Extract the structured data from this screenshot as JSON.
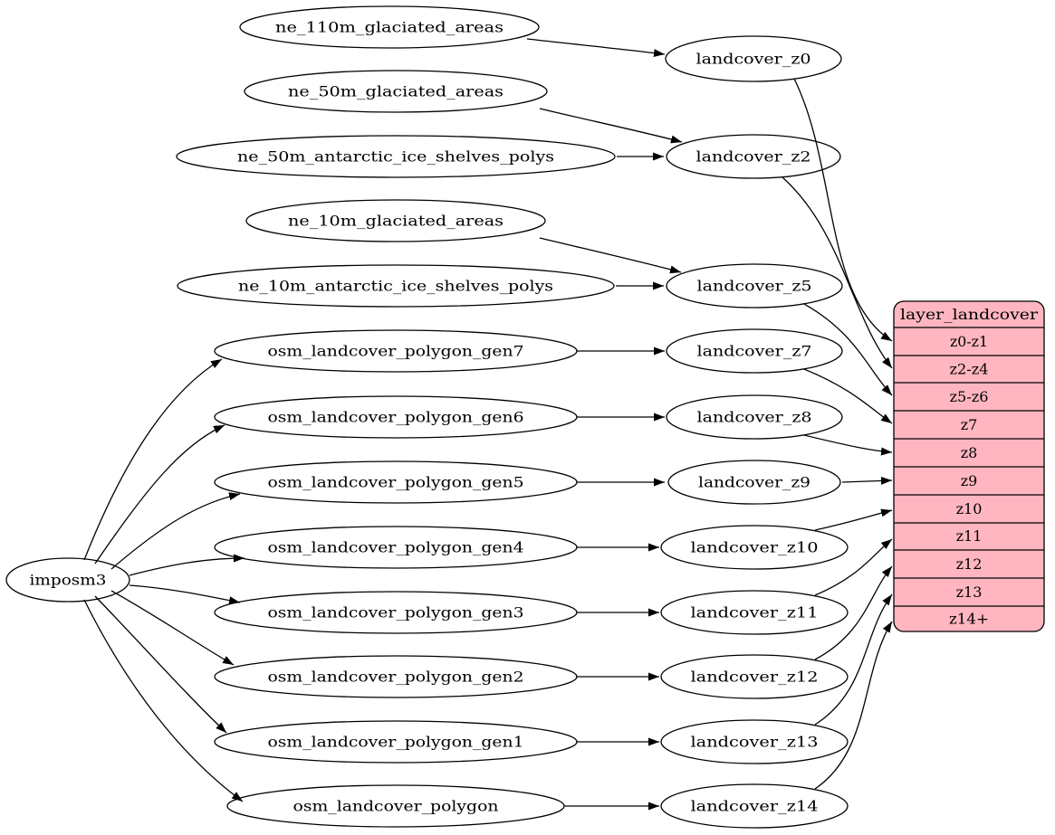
{
  "colors": {
    "background": "#ffffff",
    "node_fill": "#ffffff",
    "stroke": "#000000",
    "table_fill": "#ffb6c1"
  },
  "nodes": {
    "imposm3": "imposm3",
    "ne110": "ne_110m_glaciated_areas",
    "ne50g": "ne_50m_glaciated_areas",
    "ne50a": "ne_50m_antarctic_ice_shelves_polys",
    "ne10g": "ne_10m_glaciated_areas",
    "ne10a": "ne_10m_antarctic_ice_shelves_polys",
    "gen7": "osm_landcover_polygon_gen7",
    "gen6": "osm_landcover_polygon_gen6",
    "gen5": "osm_landcover_polygon_gen5",
    "gen4": "osm_landcover_polygon_gen4",
    "gen3": "osm_landcover_polygon_gen3",
    "gen2": "osm_landcover_polygon_gen2",
    "gen1": "osm_landcover_polygon_gen1",
    "poly": "osm_landcover_polygon",
    "z0": "landcover_z0",
    "z2": "landcover_z2",
    "z5": "landcover_z5",
    "z7": "landcover_z7",
    "z8": "landcover_z8",
    "z9": "landcover_z9",
    "z10": "landcover_z10",
    "z11": "landcover_z11",
    "z12": "landcover_z12",
    "z13": "landcover_z13",
    "z14": "landcover_z14"
  },
  "table": {
    "title": "layer_landcover",
    "rows": [
      "z0-z1",
      "z2-z4",
      "z5-z6",
      "z7",
      "z8",
      "z9",
      "z10",
      "z11",
      "z12",
      "z13",
      "z14+"
    ]
  },
  "edges": [
    {
      "from": "ne_110m_glaciated_areas",
      "to": "landcover_z0"
    },
    {
      "from": "ne_50m_glaciated_areas",
      "to": "landcover_z2"
    },
    {
      "from": "ne_50m_antarctic_ice_shelves_polys",
      "to": "landcover_z2"
    },
    {
      "from": "ne_10m_glaciated_areas",
      "to": "landcover_z5"
    },
    {
      "from": "ne_10m_antarctic_ice_shelves_polys",
      "to": "landcover_z5"
    },
    {
      "from": "imposm3",
      "to": "osm_landcover_polygon_gen7"
    },
    {
      "from": "imposm3",
      "to": "osm_landcover_polygon_gen6"
    },
    {
      "from": "imposm3",
      "to": "osm_landcover_polygon_gen5"
    },
    {
      "from": "imposm3",
      "to": "osm_landcover_polygon_gen4"
    },
    {
      "from": "imposm3",
      "to": "osm_landcover_polygon_gen3"
    },
    {
      "from": "imposm3",
      "to": "osm_landcover_polygon_gen2"
    },
    {
      "from": "imposm3",
      "to": "osm_landcover_polygon_gen1"
    },
    {
      "from": "imposm3",
      "to": "osm_landcover_polygon"
    },
    {
      "from": "osm_landcover_polygon_gen7",
      "to": "landcover_z7"
    },
    {
      "from": "osm_landcover_polygon_gen6",
      "to": "landcover_z8"
    },
    {
      "from": "osm_landcover_polygon_gen5",
      "to": "landcover_z9"
    },
    {
      "from": "osm_landcover_polygon_gen4",
      "to": "landcover_z10"
    },
    {
      "from": "osm_landcover_polygon_gen3",
      "to": "landcover_z11"
    },
    {
      "from": "osm_landcover_polygon_gen2",
      "to": "landcover_z12"
    },
    {
      "from": "osm_landcover_polygon_gen1",
      "to": "landcover_z13"
    },
    {
      "from": "osm_landcover_polygon",
      "to": "landcover_z14"
    },
    {
      "from": "landcover_z0",
      "to": "layer_landcover.z0-z1"
    },
    {
      "from": "landcover_z2",
      "to": "layer_landcover.z2-z4"
    },
    {
      "from": "landcover_z5",
      "to": "layer_landcover.z5-z6"
    },
    {
      "from": "landcover_z7",
      "to": "layer_landcover.z7"
    },
    {
      "from": "landcover_z8",
      "to": "layer_landcover.z8"
    },
    {
      "from": "landcover_z9",
      "to": "layer_landcover.z9"
    },
    {
      "from": "landcover_z10",
      "to": "layer_landcover.z10"
    },
    {
      "from": "landcover_z11",
      "to": "layer_landcover.z11"
    },
    {
      "from": "landcover_z12",
      "to": "layer_landcover.z12"
    },
    {
      "from": "landcover_z13",
      "to": "layer_landcover.z13"
    },
    {
      "from": "landcover_z14",
      "to": "layer_landcover.z14+"
    }
  ]
}
